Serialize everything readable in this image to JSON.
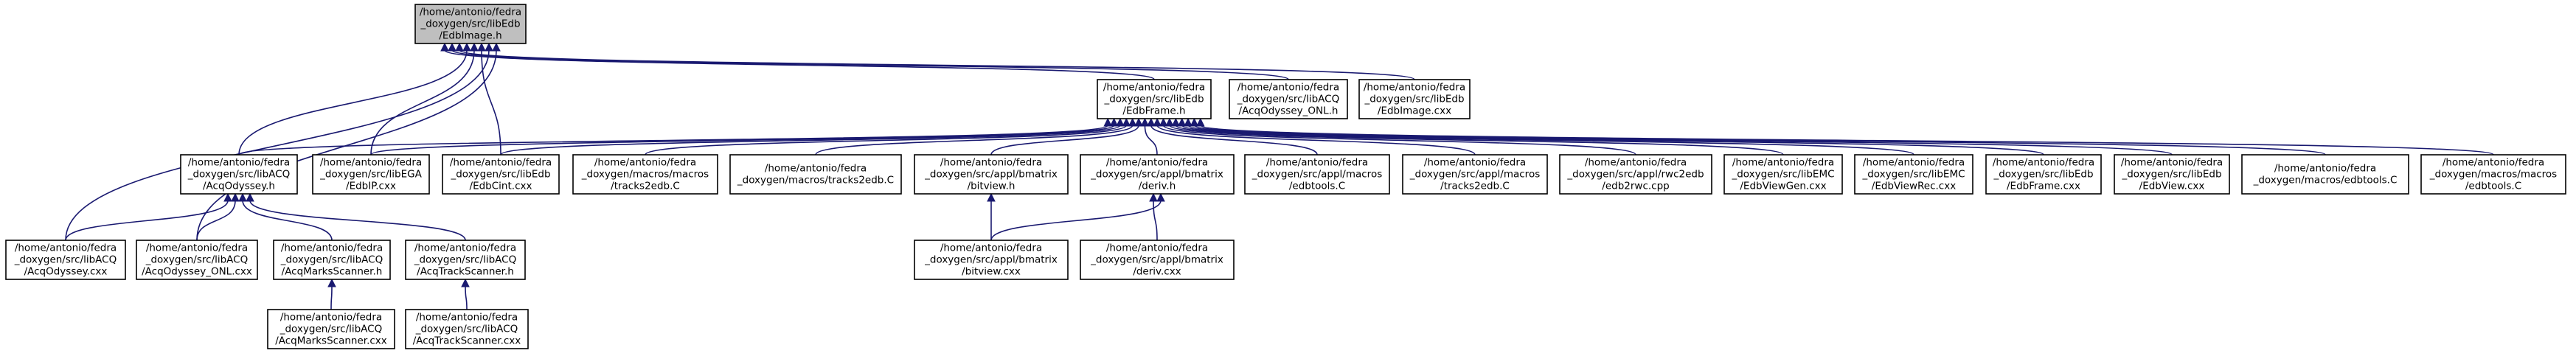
{
  "graph": {
    "edge_color": "#191970",
    "root_fill": "#bfbfbf",
    "nodes": [
      {
        "id": "EdbImage_h",
        "lines": [
          "/home/antonio/fedra",
          "_doxygen/src/libEdb",
          "/EdbImage.h"
        ],
        "root": true
      },
      {
        "id": "EdbFrame_h",
        "lines": [
          "/home/antonio/fedra",
          "_doxygen/src/libEdb",
          "/EdbFrame.h"
        ]
      },
      {
        "id": "AcqOdyssey_ONL_h",
        "lines": [
          "/home/antonio/fedra",
          "_doxygen/src/libACQ",
          "/AcqOdyssey_ONL.h"
        ]
      },
      {
        "id": "EdbImage_cxx",
        "lines": [
          "/home/antonio/fedra",
          "_doxygen/src/libEdb",
          "/EdbImage.cxx"
        ]
      },
      {
        "id": "AcqOdyssey_h",
        "lines": [
          "/home/antonio/fedra",
          "_doxygen/src/libACQ",
          "/AcqOdyssey.h"
        ]
      },
      {
        "id": "EdbIP_cxx",
        "lines": [
          "/home/antonio/fedra",
          "_doxygen/src/libEGA",
          "/EdbIP.cxx"
        ]
      },
      {
        "id": "EdbCint_cxx",
        "lines": [
          "/home/antonio/fedra",
          "_doxygen/src/libEdb",
          "/EdbCint.cxx"
        ]
      },
      {
        "id": "macros_tracks2edb_C",
        "lines": [
          "/home/antonio/fedra",
          "_doxygen/macros/macros",
          "/tracks2edb.C"
        ]
      },
      {
        "id": "macros_tracks2edb_C2",
        "lines": [
          "/home/antonio/fedra",
          "_doxygen/macros/tracks2edb.C"
        ]
      },
      {
        "id": "bitview_h",
        "lines": [
          "/home/antonio/fedra",
          "_doxygen/src/appl/bmatrix",
          "/bitview.h"
        ]
      },
      {
        "id": "deriv_h",
        "lines": [
          "/home/antonio/fedra",
          "_doxygen/src/appl/bmatrix",
          "/deriv.h"
        ]
      },
      {
        "id": "appl_macros_edbtools_C",
        "lines": [
          "/home/antonio/fedra",
          "_doxygen/src/appl/macros",
          "/edbtools.C"
        ]
      },
      {
        "id": "appl_macros_tracks2edb_C",
        "lines": [
          "/home/antonio/fedra",
          "_doxygen/src/appl/macros",
          "/tracks2edb.C"
        ]
      },
      {
        "id": "edb2rwc_cpp",
        "lines": [
          "/home/antonio/fedra",
          "_doxygen/src/appl/rwc2edb",
          "/edb2rwc.cpp"
        ]
      },
      {
        "id": "EdbViewGen_cxx",
        "lines": [
          "/home/antonio/fedra",
          "_doxygen/src/libEMC",
          "/EdbViewGen.cxx"
        ]
      },
      {
        "id": "EdbViewRec_cxx",
        "lines": [
          "/home/antonio/fedra",
          "_doxygen/src/libEMC",
          "/EdbViewRec.cxx"
        ]
      },
      {
        "id": "EdbFrame_cxx",
        "lines": [
          "/home/antonio/fedra",
          "_doxygen/src/libEdb",
          "/EdbFrame.cxx"
        ]
      },
      {
        "id": "EdbView_cxx",
        "lines": [
          "/home/antonio/fedra",
          "_doxygen/src/libEdb",
          "/EdbView.cxx"
        ]
      },
      {
        "id": "macros_edbtools_C",
        "lines": [
          "/home/antonio/fedra",
          "_doxygen/macros/edbtools.C"
        ]
      },
      {
        "id": "macros_macros_edbtools_C",
        "lines": [
          "/home/antonio/fedra",
          "_doxygen/macros/macros",
          "/edbtools.C"
        ]
      },
      {
        "id": "AcqOdyssey_cxx",
        "lines": [
          "/home/antonio/fedra",
          "_doxygen/src/libACQ",
          "/AcqOdyssey.cxx"
        ]
      },
      {
        "id": "AcqOdyssey_ONL_cxx",
        "lines": [
          "/home/antonio/fedra",
          "_doxygen/src/libACQ",
          "/AcqOdyssey_ONL.cxx"
        ]
      },
      {
        "id": "AcqMarksScanner_h",
        "lines": [
          "/home/antonio/fedra",
          "_doxygen/src/libACQ",
          "/AcqMarksScanner.h"
        ]
      },
      {
        "id": "AcqTrackScanner_h",
        "lines": [
          "/home/antonio/fedra",
          "_doxygen/src/libACQ",
          "/AcqTrackScanner.h"
        ]
      },
      {
        "id": "bitview_cxx",
        "lines": [
          "/home/antonio/fedra",
          "_doxygen/src/appl/bmatrix",
          "/bitview.cxx"
        ]
      },
      {
        "id": "deriv_cxx",
        "lines": [
          "/home/antonio/fedra",
          "_doxygen/src/appl/bmatrix",
          "/deriv.cxx"
        ]
      },
      {
        "id": "AcqMarksScanner_cxx",
        "lines": [
          "/home/antonio/fedra",
          "_doxygen/src/libACQ",
          "/AcqMarksScanner.cxx"
        ]
      },
      {
        "id": "AcqTrackScanner_cxx",
        "lines": [
          "/home/antonio/fedra",
          "_doxygen/src/libACQ",
          "/AcqTrackScanner.cxx"
        ]
      }
    ],
    "edges": [
      [
        "EdbFrame_h",
        "EdbImage_h"
      ],
      [
        "AcqOdyssey_ONL_h",
        "EdbImage_h"
      ],
      [
        "EdbImage_cxx",
        "EdbImage_h"
      ],
      [
        "AcqOdyssey_h",
        "EdbImage_h"
      ],
      [
        "EdbIP_cxx",
        "EdbImage_h"
      ],
      [
        "EdbCint_cxx",
        "EdbImage_h"
      ],
      [
        "AcqOdyssey_cxx",
        "EdbImage_h"
      ],
      [
        "AcqOdyssey_ONL_cxx",
        "EdbImage_h"
      ],
      [
        "AcqOdyssey_h",
        "EdbFrame_h"
      ],
      [
        "EdbIP_cxx",
        "EdbFrame_h"
      ],
      [
        "EdbCint_cxx",
        "EdbFrame_h"
      ],
      [
        "macros_tracks2edb_C",
        "EdbFrame_h"
      ],
      [
        "macros_tracks2edb_C2",
        "EdbFrame_h"
      ],
      [
        "bitview_h",
        "EdbFrame_h"
      ],
      [
        "deriv_h",
        "EdbFrame_h"
      ],
      [
        "appl_macros_edbtools_C",
        "EdbFrame_h"
      ],
      [
        "appl_macros_tracks2edb_C",
        "EdbFrame_h"
      ],
      [
        "edb2rwc_cpp",
        "EdbFrame_h"
      ],
      [
        "EdbViewGen_cxx",
        "EdbFrame_h"
      ],
      [
        "EdbViewRec_cxx",
        "EdbFrame_h"
      ],
      [
        "EdbFrame_cxx",
        "EdbFrame_h"
      ],
      [
        "EdbView_cxx",
        "EdbFrame_h"
      ],
      [
        "macros_edbtools_C",
        "EdbFrame_h"
      ],
      [
        "macros_macros_edbtools_C",
        "EdbFrame_h"
      ],
      [
        "AcqOdyssey_cxx",
        "AcqOdyssey_h"
      ],
      [
        "AcqOdyssey_ONL_cxx",
        "AcqOdyssey_h"
      ],
      [
        "AcqMarksScanner_h",
        "AcqOdyssey_h"
      ],
      [
        "AcqTrackScanner_h",
        "AcqOdyssey_h"
      ],
      [
        "bitview_cxx",
        "bitview_h"
      ],
      [
        "deriv_cxx",
        "deriv_h"
      ],
      [
        "bitview_cxx",
        "deriv_h"
      ],
      [
        "AcqMarksScanner_cxx",
        "AcqMarksScanner_h"
      ],
      [
        "AcqTrackScanner_cxx",
        "AcqTrackScanner_h"
      ]
    ]
  }
}
